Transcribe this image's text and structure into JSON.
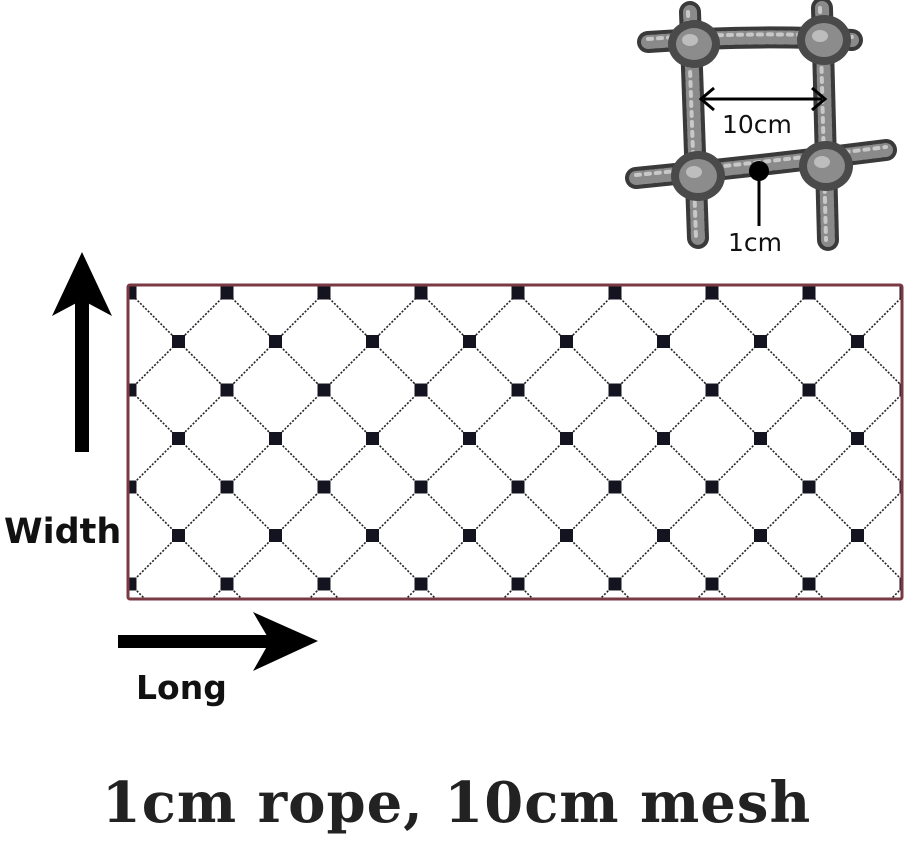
{
  "labels": {
    "width": "Width",
    "long": "Long",
    "caption": "1cm rope, 10cm mesh"
  },
  "detail": {
    "mesh_size": "10cm",
    "rope_diameter": "1cm"
  },
  "net": {
    "pattern": "diamond",
    "border_color": "#7a3a44",
    "knot_color": "#141420"
  },
  "icons": {
    "width_direction": "arrow-up-icon",
    "long_direction": "arrow-right-icon",
    "rope_detail": "rope-mesh-illustration"
  }
}
